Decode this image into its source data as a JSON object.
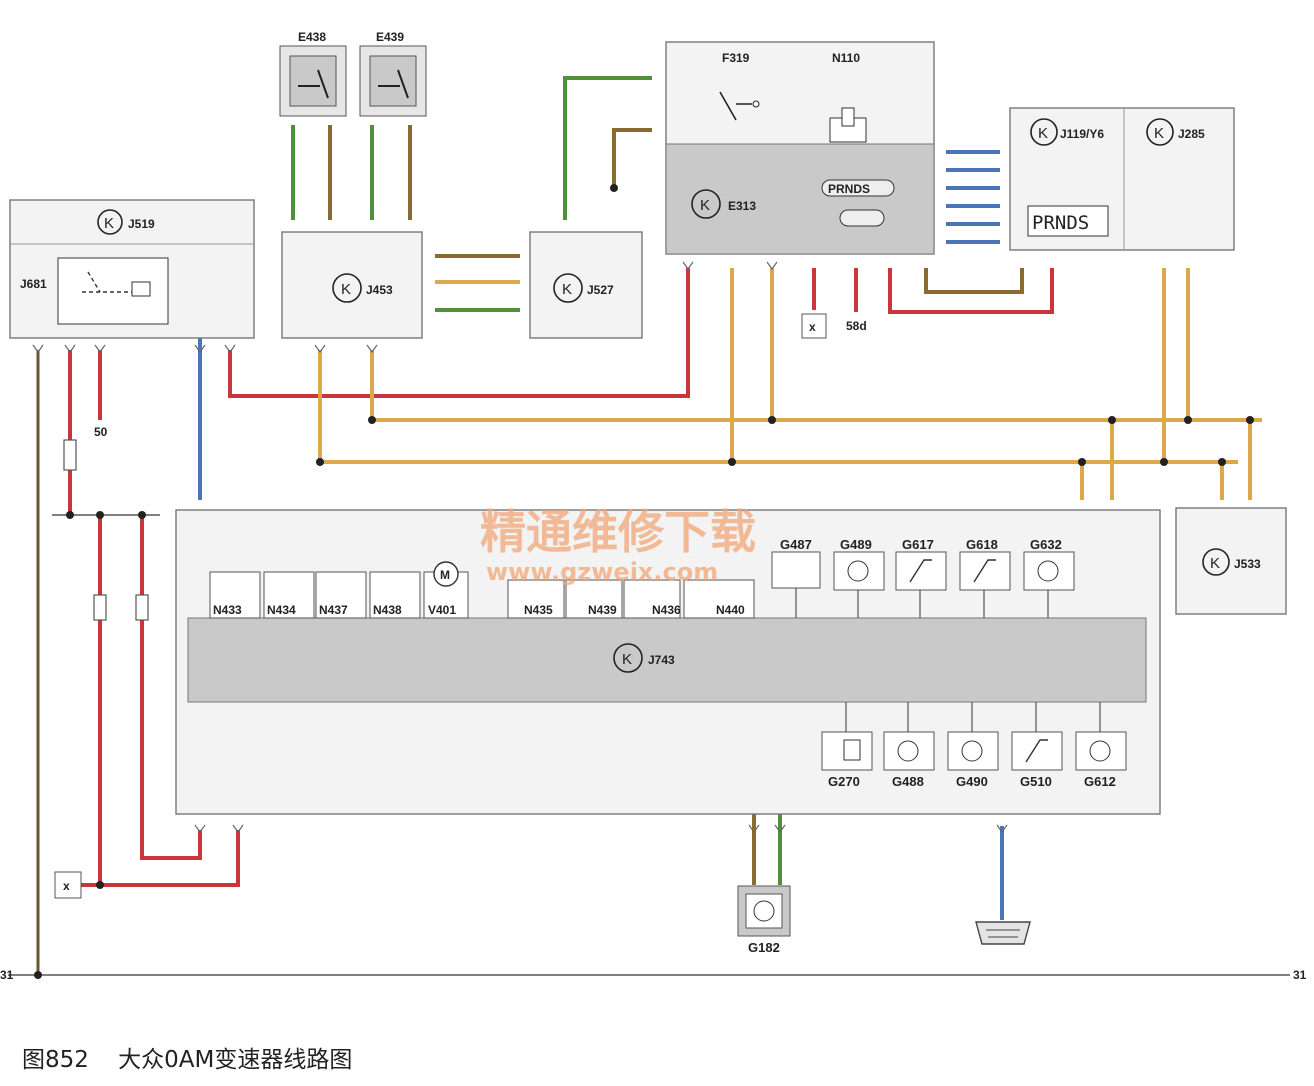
{
  "caption": {
    "figure_number": "图852",
    "title": "大众0AM变速器线路图"
  },
  "watermark": {
    "text": "精通维修下载",
    "url": "www.gzweix.com"
  },
  "colors": {
    "red": "#c8353a",
    "orange": "#dda84a",
    "green": "#4f8f3e",
    "brown": "#8a6a2e",
    "blue": "#4a76b8",
    "ground": "#6a5433",
    "module_fill": "#f3f3f3",
    "module_dark": "#c9c9c9"
  },
  "ground_label": "31",
  "k_symbol": "K",
  "modules": {
    "J519": "J519",
    "J681": "J681",
    "J453": "J453",
    "J527": "J527",
    "E313": "E313",
    "J119": "J119/Y6",
    "J285": "J285",
    "J533": "J533",
    "J743": "J743"
  },
  "switches": {
    "E438": "E438",
    "E439": "E439",
    "F319": "F319",
    "N110": "N110"
  },
  "prnds": {
    "selector": "PRNDS",
    "display": "PRNDS"
  },
  "terminals": {
    "t50": "50",
    "t58d": "58d",
    "x": "x"
  },
  "solenoids": [
    "N433",
    "N434",
    "N437",
    "N438",
    "V401",
    "N435",
    "N439",
    "N436",
    "N440"
  ],
  "sensors_top": [
    "G487",
    "G489",
    "G617",
    "G618",
    "G632"
  ],
  "sensors_bottom": [
    "G270",
    "G488",
    "G490",
    "G510",
    "G612"
  ],
  "g182": "G182"
}
